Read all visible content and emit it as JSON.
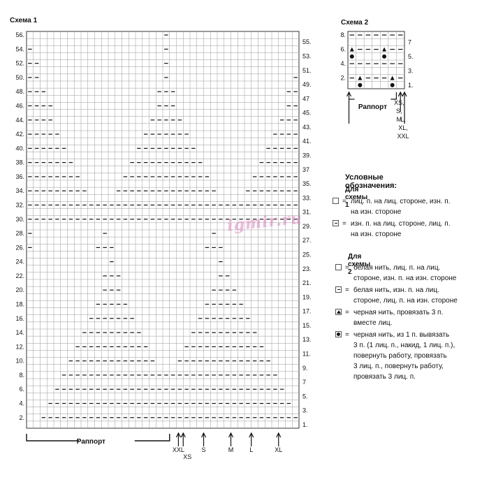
{
  "chart1": {
    "title": "Схема 1",
    "cols": 40,
    "rows": 56,
    "left_row_labels": [
      "2.",
      "4.",
      "6.",
      "8.",
      "10.",
      "12.",
      "14.",
      "16.",
      "18.",
      "20.",
      "22.",
      "24.",
      "26.",
      "28.",
      "30.",
      "32.",
      "34.",
      "36.",
      "38.",
      "40.",
      "42.",
      "44.",
      "46.",
      "48.",
      "50.",
      "52.",
      "54.",
      "56."
    ],
    "right_row_labels": [
      "1.",
      "3.",
      "5.",
      "7",
      "9.",
      "11.",
      "13.",
      "15.",
      "17.",
      "19.",
      "21.",
      "23.",
      "25.",
      "27.",
      "29.",
      "31.",
      "33.",
      "35.",
      "37",
      "39.",
      "41.",
      "43.",
      "45.",
      "47",
      "49.",
      "51.",
      "53.",
      "55."
    ],
    "rapport_label": "Раппорт",
    "size_labels": [
      "XXL",
      "XS",
      "S",
      "M",
      "L",
      "XL"
    ],
    "purl_rows": {
      "2": [
        [
          2,
          39
        ]
      ],
      "4": [
        [
          3,
          38
        ]
      ],
      "6": [
        [
          4,
          37
        ]
      ],
      "8": [
        [
          5,
          36
        ]
      ],
      "10": [
        [
          6,
          18
        ],
        [
          22,
          35
        ]
      ],
      "12": [
        [
          7,
          17
        ],
        [
          23,
          34
        ]
      ],
      "14": [
        [
          8,
          16
        ],
        [
          24,
          33
        ]
      ],
      "16": [
        [
          9,
          15
        ],
        [
          25,
          32
        ]
      ],
      "18": [
        [
          10,
          14
        ],
        [
          26,
          31
        ]
      ],
      "20": [
        [
          11,
          13
        ],
        [
          27,
          30
        ]
      ],
      "22": [
        [
          11,
          13
        ],
        [
          28,
          29
        ]
      ],
      "24": [
        [
          12,
          12
        ],
        [
          28,
          28
        ]
      ],
      "26": [
        [
          0,
          0
        ],
        [
          10,
          12
        ],
        [
          26,
          28
        ]
      ],
      "28": [
        [
          0,
          0
        ],
        [
          11,
          11
        ],
        [
          27,
          27
        ]
      ],
      "30": [
        [
          0,
          39
        ]
      ],
      "32": [
        [
          0,
          39
        ]
      ],
      "34": [
        [
          0,
          8
        ],
        [
          13,
          27
        ],
        [
          32,
          39
        ]
      ],
      "36": [
        [
          0,
          7
        ],
        [
          14,
          26
        ],
        [
          33,
          39
        ]
      ],
      "38": [
        [
          0,
          6
        ],
        [
          15,
          25
        ],
        [
          34,
          39
        ]
      ],
      "40": [
        [
          0,
          5
        ],
        [
          16,
          24
        ],
        [
          35,
          39
        ]
      ],
      "42": [
        [
          0,
          4
        ],
        [
          17,
          23
        ],
        [
          36,
          39
        ]
      ],
      "44": [
        [
          0,
          3
        ],
        [
          18,
          22
        ],
        [
          37,
          39
        ]
      ],
      "46": [
        [
          0,
          3
        ],
        [
          19,
          21
        ],
        [
          38,
          39
        ]
      ],
      "48": [
        [
          0,
          2
        ],
        [
          19,
          21
        ],
        [
          38,
          39
        ]
      ],
      "50": [
        [
          0,
          1
        ],
        [
          20,
          20
        ],
        [
          39,
          39
        ]
      ],
      "52": [
        [
          0,
          1
        ],
        [
          20,
          20
        ]
      ],
      "54": [
        [
          0,
          0
        ],
        [
          20,
          20
        ]
      ],
      "56": [
        [
          20,
          20
        ]
      ]
    }
  },
  "chart2": {
    "title": "Схема 2",
    "cols": 7,
    "rows": 8,
    "left_row_labels": [
      "2.",
      "4.",
      "6.",
      "8."
    ],
    "right_row_labels": [
      "1.",
      "3.",
      "5.",
      "7"
    ],
    "rapport_label": "Раппорт",
    "size_labels": [
      "XS,",
      "S,",
      "M",
      "L,",
      "XL,",
      "XXL"
    ],
    "row_cells": {
      "8": [
        "-",
        "-",
        "-",
        "-",
        "-",
        "-",
        "-"
      ],
      "7": [
        "",
        "",
        "",
        "",
        "",
        "",
        ""
      ],
      "6": [
        "▲",
        "-",
        "-",
        "-",
        "▲",
        "-",
        "-"
      ],
      "5": [
        "●",
        "",
        "",
        "",
        "●",
        "",
        ""
      ],
      "4": [
        "-",
        "-",
        "-",
        "-",
        "-",
        "-",
        "-"
      ],
      "3": [
        "",
        "",
        "",
        "",
        "",
        "",
        ""
      ],
      "2": [
        "-",
        "▲",
        "-",
        "-",
        "-",
        "▲",
        "-"
      ],
      "1": [
        "",
        "●",
        "",
        "",
        "",
        "●",
        ""
      ]
    }
  },
  "legend": {
    "title": "Условные обозначения:",
    "sub1": "Для схемы 1",
    "items1": [
      {
        "sym": "blank",
        "eq": "=",
        "lines": [
          "лиц. п. на лиц. стороне, изн. п.",
          "на изн. стороне"
        ]
      },
      {
        "sym": "dash",
        "eq": "=",
        "lines": [
          "изн. п. на лиц. стороне, лиц. п.",
          "на изн. стороне"
        ]
      }
    ],
    "sub2": "Для схемы 2",
    "items2": [
      {
        "sym": "blank",
        "eq": "=",
        "lines": [
          "белая нить, лиц. п. на лиц.",
          "стороне, изн. п. на изн. стороне"
        ]
      },
      {
        "sym": "dash",
        "eq": "=",
        "lines": [
          "белая нить, изн. п. на лиц.",
          "стороне, лиц. п. на изн. стороне"
        ]
      },
      {
        "sym": "tri",
        "eq": "=",
        "lines": [
          "черная нить, провязать 3 п.",
          "вместе лиц."
        ]
      },
      {
        "sym": "dot",
        "eq": "=",
        "lines": [
          "черная нить, из 1 п. вывязать",
          "3 п. (1 лиц. п., накид, 1 лиц. п.),",
          "повернуть работу, провязать",
          "3 лиц. п., повернуть работу,",
          "провязать 3 лиц. п."
        ]
      }
    ]
  },
  "watermark": "igmir.ru"
}
